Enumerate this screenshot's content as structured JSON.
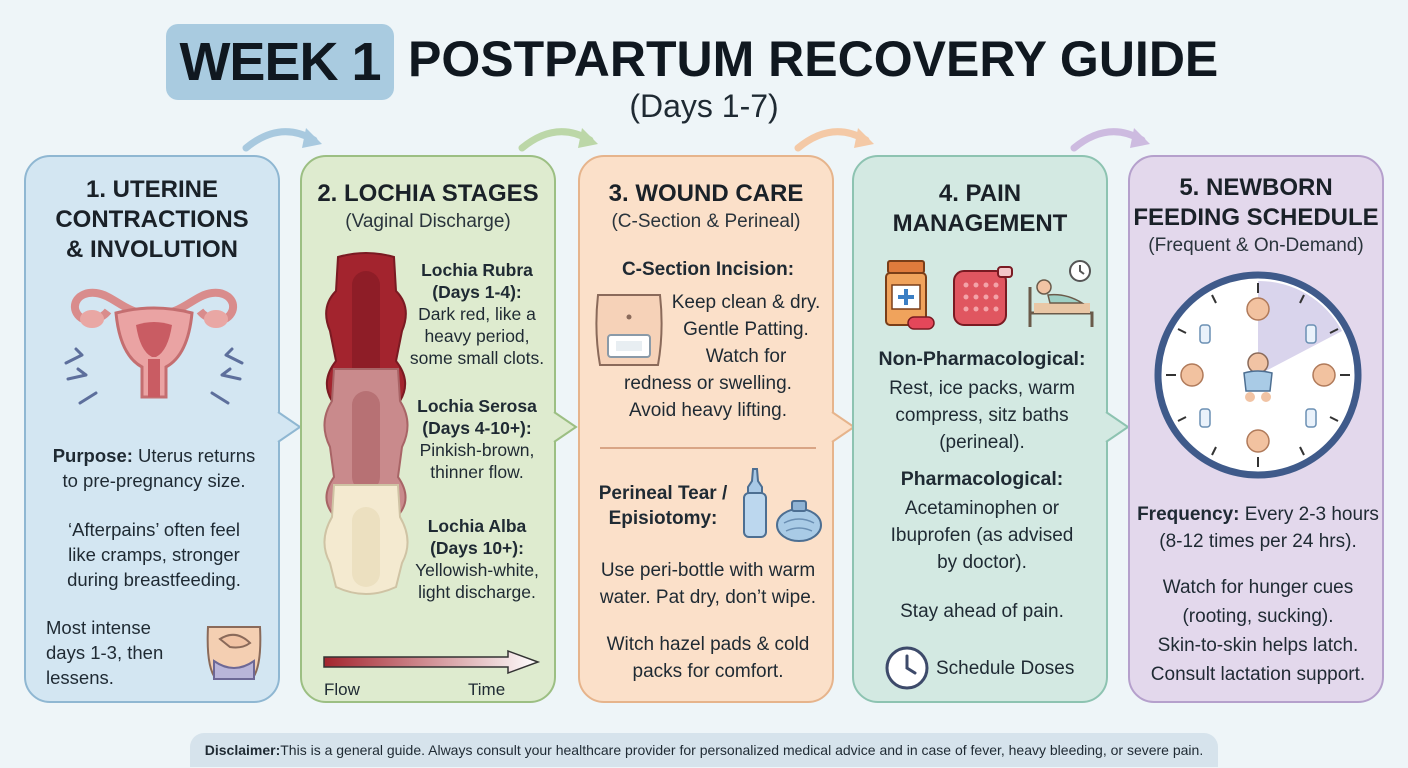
{
  "header": {
    "week_badge": "WEEK 1",
    "title": "POSTPARTUM RECOVERY GUIDE",
    "subtitle": "(Days 1-7)"
  },
  "panels": [
    {
      "title_lines": [
        "1. UTERINE",
        "CONTRACTIONS",
        "& INVOLUTION"
      ],
      "purpose_label": "Purpose:",
      "purpose_text": " Uterus returns",
      "purpose_text2": "to pre-pregnancy size.",
      "afterpains": [
        "‘Afterpains’ often feel",
        "like cramps, stronger",
        "during breastfeeding."
      ],
      "intense": [
        "Most intense",
        "days 1-3, then",
        "lessens."
      ],
      "color": "#d3e6f2"
    },
    {
      "title": "2. LOCHIA STAGES",
      "subtitle": "(Vaginal Discharge)",
      "stages": [
        {
          "name": "Lochia Rubra",
          "days": "(Days 1-4):",
          "desc": [
            "Dark red, like a",
            "heavy period,",
            "some small clots."
          ],
          "color": "#a3242e"
        },
        {
          "name": "Lochia Serosa",
          "days": "(Days 4-10+):",
          "desc": [
            "Pinkish-brown,",
            "thinner flow."
          ],
          "color": "#c98a8c"
        },
        {
          "name": "Lochia Alba",
          "days": "(Days 10+):",
          "desc": [
            "Yellowish-white,",
            "light discharge."
          ],
          "color": "#f4ead0"
        }
      ],
      "axis_left": "Flow",
      "axis_right": "Time",
      "color": "#deebcf"
    },
    {
      "title": "3. WOUND CARE",
      "subtitle": "(C-Section & Perineal)",
      "csection_label": "C-Section Incision:",
      "csection_lines": [
        "Keep clean & dry.",
        "Gentle Patting.",
        "Watch for",
        "redness or swelling.",
        "Avoid heavy lifting."
      ],
      "perineal_label": [
        "Perineal Tear /",
        "Episiotomy:"
      ],
      "perineal_lines": [
        "Use peri-bottle with warm",
        "water. Pat dry, don’t wipe."
      ],
      "witch_lines": [
        "Witch hazel pads & cold",
        "packs for comfort."
      ],
      "color": "#fbe0c9"
    },
    {
      "title_lines": [
        "4. PAIN",
        "MANAGEMENT"
      ],
      "nonpharm_label": "Non-Pharmacological:",
      "nonpharm_lines": [
        "Rest, ice packs, warm",
        "compress, sitz baths",
        "(perineal)."
      ],
      "pharm_label": "Pharmacological:",
      "pharm_lines": [
        "Acetaminophen or",
        "Ibuprofen (as advised",
        "by doctor)."
      ],
      "ahead": "Stay ahead of pain.",
      "schedule": "Schedule Doses",
      "color": "#d3e9e2"
    },
    {
      "title_lines": [
        "5. NEWBORN",
        "FEEDING SCHEDULE"
      ],
      "subtitle": "(Frequent & On-Demand)",
      "frequency_label": "Frequency:",
      "frequency_text": " Every 2-3 hours",
      "frequency_text2": "(8-12 times per 24 hrs).",
      "cues": [
        "Watch for hunger cues",
        "(rooting, sucking).",
        "Skin-to-skin helps latch.",
        "Consult lactation support."
      ],
      "color": "#e3d8ec"
    }
  ],
  "disclaimer": {
    "label": "Disclaimer:",
    "text": " This is a general guide. Always consult your healthcare provider for personalized medical advice and in case of fever, heavy bleeding, or severe pain."
  },
  "icons": [
    "uterus-icon",
    "abdomen-cramp-icon",
    "pad-icon",
    "incision-icon",
    "peri-bottle-icon",
    "ice-pack-icon",
    "pill-bottle-icon",
    "heat-pad-icon",
    "rest-bed-icon",
    "clock-icon",
    "feeding-clock-icon",
    "baby-icon"
  ]
}
